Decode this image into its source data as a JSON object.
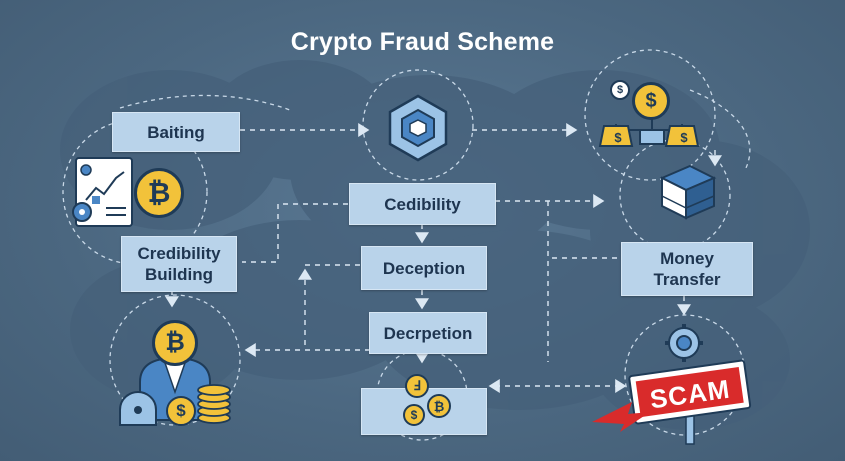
{
  "title": "Crypto Fraud Scheme",
  "nodes": {
    "baiting": "Baiting",
    "credibility_building_line1": "Credibility",
    "credibility_building_line2": "Building",
    "credibility_center": "Cedibility",
    "deception_upper": "Deception",
    "deception_lower": "Decrpetion",
    "money_transfer_line1": "Money",
    "money_transfer_line2": "Transfer",
    "scam_sign": "SCAM"
  },
  "icon_glyphs": {
    "bitcoin": "₿",
    "dollar": "$",
    "euro_like": "Ⅎ"
  },
  "colors": {
    "background": "#4f6b84",
    "box_fill": "#b9d3ea",
    "box_text": "#1e3550",
    "coin_gold": "#f2c23a",
    "scam_red": "#d92b2b",
    "arrow": "#dce8f3"
  }
}
